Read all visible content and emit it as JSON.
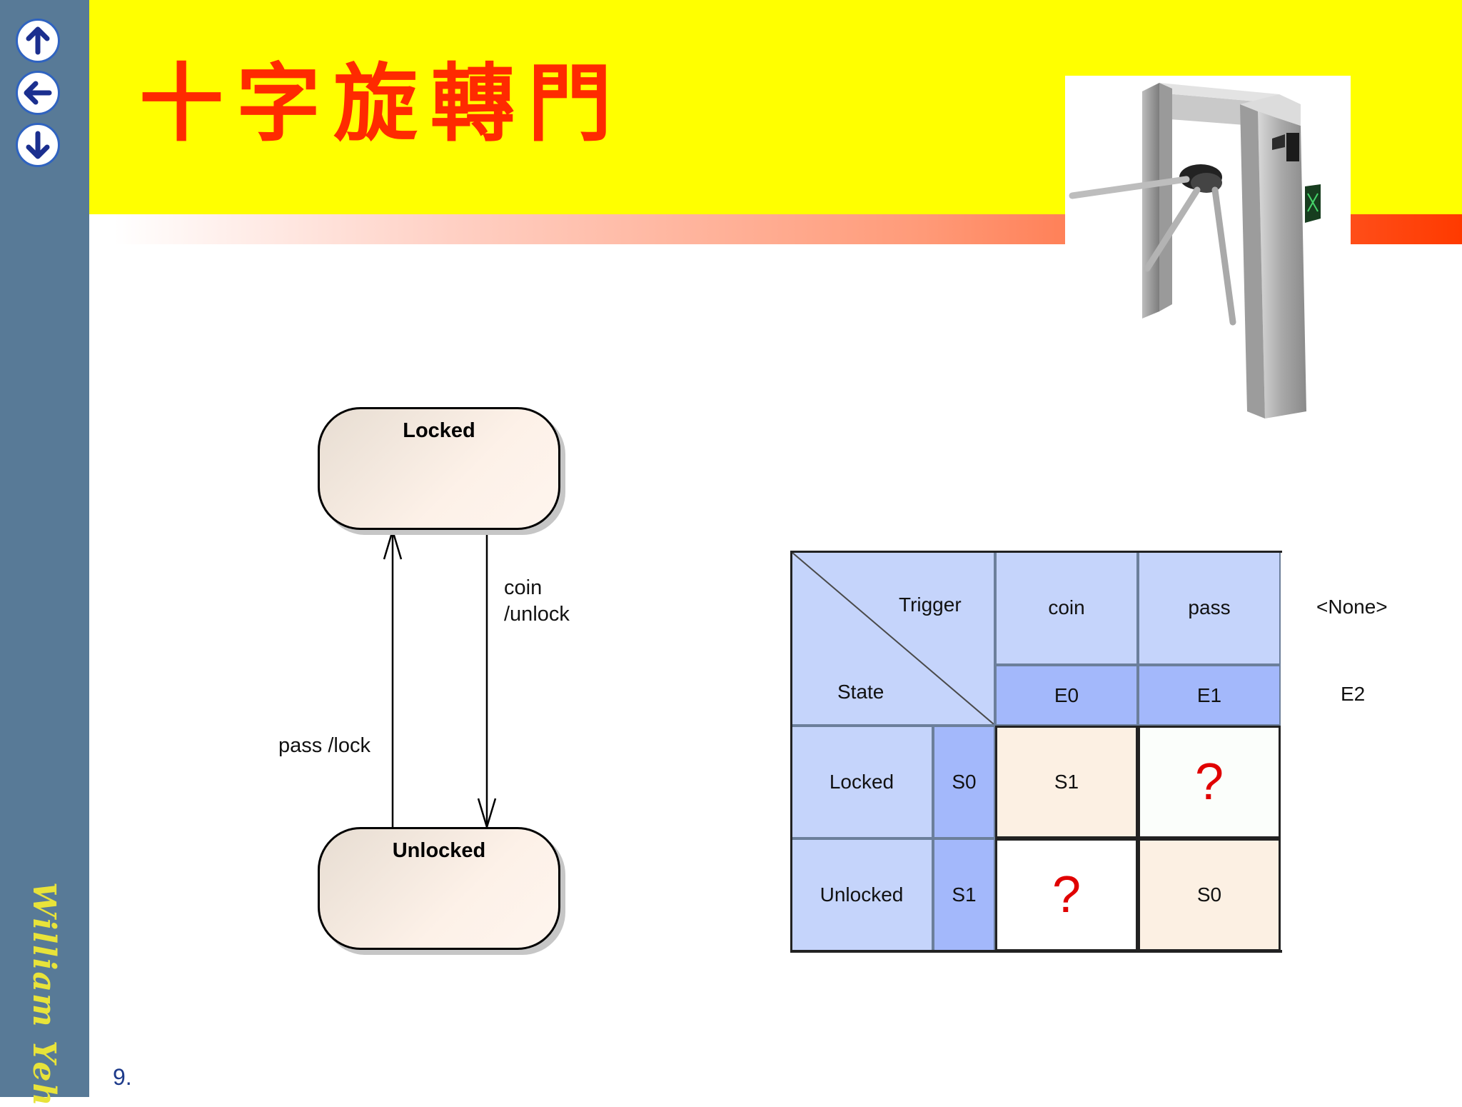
{
  "title": "十字旋轉門",
  "page_number": "9.",
  "signature": "William Yeh",
  "nav": {
    "up_icon": "arrow-up-icon",
    "back_icon": "arrow-left-icon",
    "down_icon": "arrow-down-icon"
  },
  "diagram": {
    "states": [
      {
        "name": "Locked"
      },
      {
        "name": "Unlocked"
      }
    ],
    "transitions": [
      {
        "from": "Locked",
        "to": "Unlocked",
        "label_line1": "coin",
        "label_line2": "/unlock"
      },
      {
        "from": "Unlocked",
        "to": "Locked",
        "label": "pass /lock"
      }
    ]
  },
  "table": {
    "corner_trigger": "Trigger",
    "corner_state": "State",
    "triggers": [
      {
        "name": "coin",
        "code": "E0"
      },
      {
        "name": "pass",
        "code": "E1"
      }
    ],
    "extra_trigger": {
      "name": "<None>",
      "code": "E2"
    },
    "rows": [
      {
        "state": "Locked",
        "code": "S0",
        "cells": [
          "S1",
          "?"
        ]
      },
      {
        "state": "Unlocked",
        "code": "S1",
        "cells": [
          "?",
          "S0"
        ]
      }
    ]
  },
  "colors": {
    "header": "#ffff00",
    "title": "#ff2a00",
    "sidebar": "#587a97",
    "table_header": "#c5d4fb",
    "table_code": "#a3b8fb",
    "question": "#e00000"
  }
}
